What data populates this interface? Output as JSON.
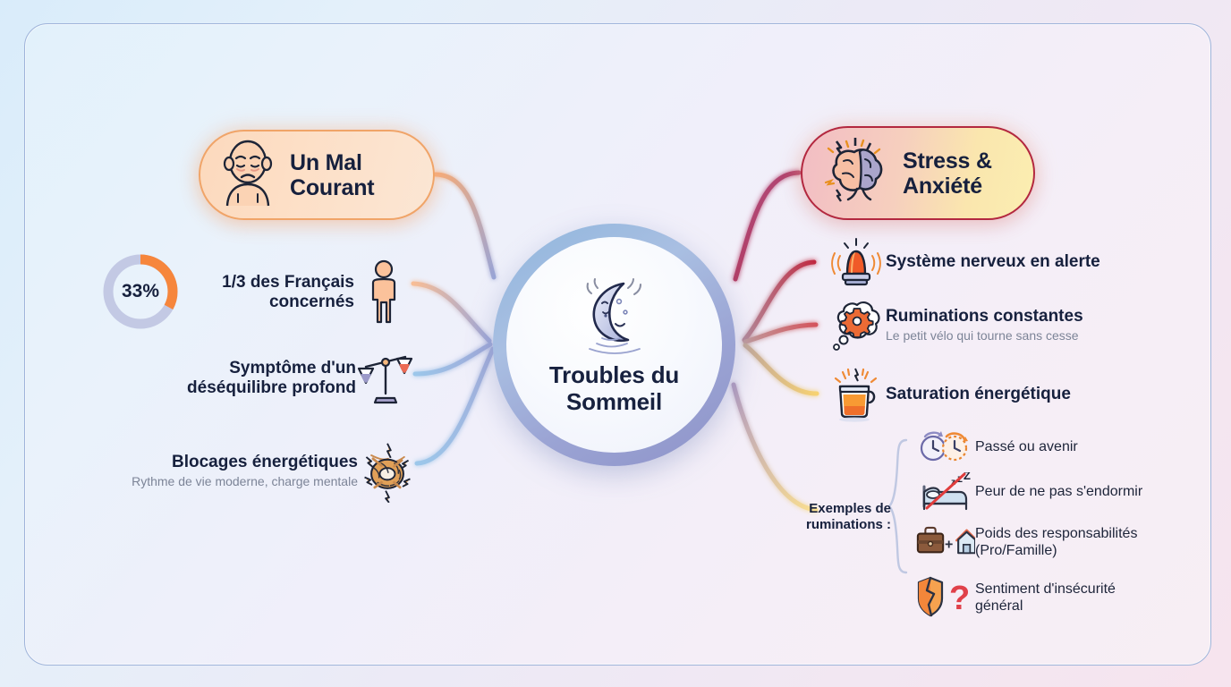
{
  "title": "Troubles du Sommeil — carte mentale",
  "colors": {
    "frame_border": "#9fb4da",
    "left_branch": "#f0a468",
    "right_branch": "#b3283f",
    "center_ring": "#8e93c9",
    "text_dark": "#16203d",
    "text_muted": "#7c8497",
    "donut_value": "#f6863c",
    "donut_track": "#c3c9e4"
  },
  "center": {
    "icon": "crescent-moon-icon",
    "title_line1": "Troubles du",
    "title_line2": "Sommeil"
  },
  "left_branch": {
    "pill": {
      "icon": "tired-face-person-icon",
      "label_line1": "Un Mal",
      "label_line2": "Courant"
    },
    "items": [
      {
        "icon": "standing-person-icon",
        "donut_value": "33%",
        "donut_percent": 33,
        "text_line1": "1/3 des Français",
        "text_line2": "concernés",
        "sub": ""
      },
      {
        "icon": "balance-scale-icon",
        "text_line1": "Symptôme d'un",
        "text_line2": "déséquilibre profond",
        "sub": ""
      },
      {
        "icon": "tangled-knot-icon",
        "text_line1": "Blocages énergétiques",
        "text_line2": "",
        "sub": "Rythme de vie moderne, charge mentale"
      }
    ]
  },
  "right_branch": {
    "pill": {
      "icon": "brain-stress-icon",
      "label_line1": "Stress &",
      "label_line2": "Anxiété"
    },
    "items": [
      {
        "icon": "alarm-siren-icon",
        "text": "Système nerveux en alerte",
        "sub": ""
      },
      {
        "icon": "thought-bubble-gear-icon",
        "text": "Ruminations constantes",
        "sub": "Le petit vélo qui tourne sans cesse"
      },
      {
        "icon": "hot-drink-mug-icon",
        "text": "Saturation énergétique",
        "sub": ""
      }
    ],
    "sublist": {
      "label_line1": "Exemples de",
      "label_line2": "ruminations :",
      "items": [
        {
          "icon": "clocks-past-future-icon",
          "line1": "Passé ou avenir",
          "line2": ""
        },
        {
          "icon": "no-sleep-bed-icon",
          "line1": "Peur de ne pas s'endormir",
          "line2": ""
        },
        {
          "icon": "briefcase-plus-house-icon",
          "line1": "Poids des responsabilités",
          "line2": "(Pro/Famille)"
        },
        {
          "icon": "broken-shield-question-icon",
          "line1": "Sentiment d'insécurité",
          "line2": "général"
        }
      ]
    }
  }
}
